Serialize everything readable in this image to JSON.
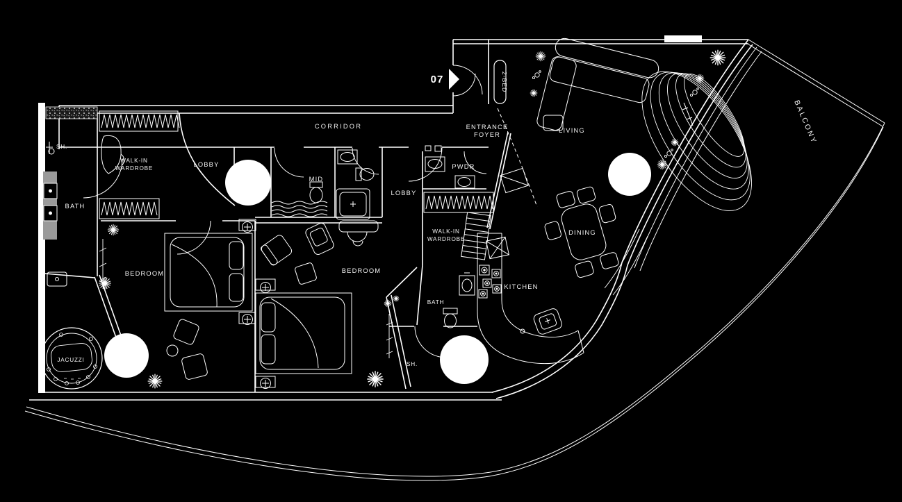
{
  "title": "Floor plan unit 07 2-BED",
  "colors": {
    "background": "#000000",
    "line": "#ffffff",
    "label": "#f4f4f4",
    "vanity_gray": "#9a9a9a",
    "texture_gray": "#b5b5b5"
  },
  "unit": {
    "number": "07",
    "type": "2-BED"
  },
  "rooms": {
    "corridor": "CORRIDOR",
    "entrance_foyer_line1": "ENTRANCE",
    "entrance_foyer_line2": "FOYER",
    "living": "LIVING",
    "balcony": "BALCONY",
    "dining": "DINING",
    "kitchen": "KITCHEN",
    "lobby_1": "LOBBY",
    "lobby_2": "LOBBY",
    "mid": "MID",
    "pwdr": "PWDR",
    "wardrobe_1_line1": "WALK-IN",
    "wardrobe_1_line2": "WARDROBE",
    "wardrobe_2_line1": "WALK-IN",
    "wardrobe_2_line2": "WARDROBE",
    "bedroom_1": "BEDROOM",
    "bedroom_2": "BEDROOM",
    "bath_1": "BATH",
    "bath_2": "BATH",
    "shower_1": "SH.",
    "shower_2": "SH.",
    "jacuzzi": "JACUZZI"
  }
}
